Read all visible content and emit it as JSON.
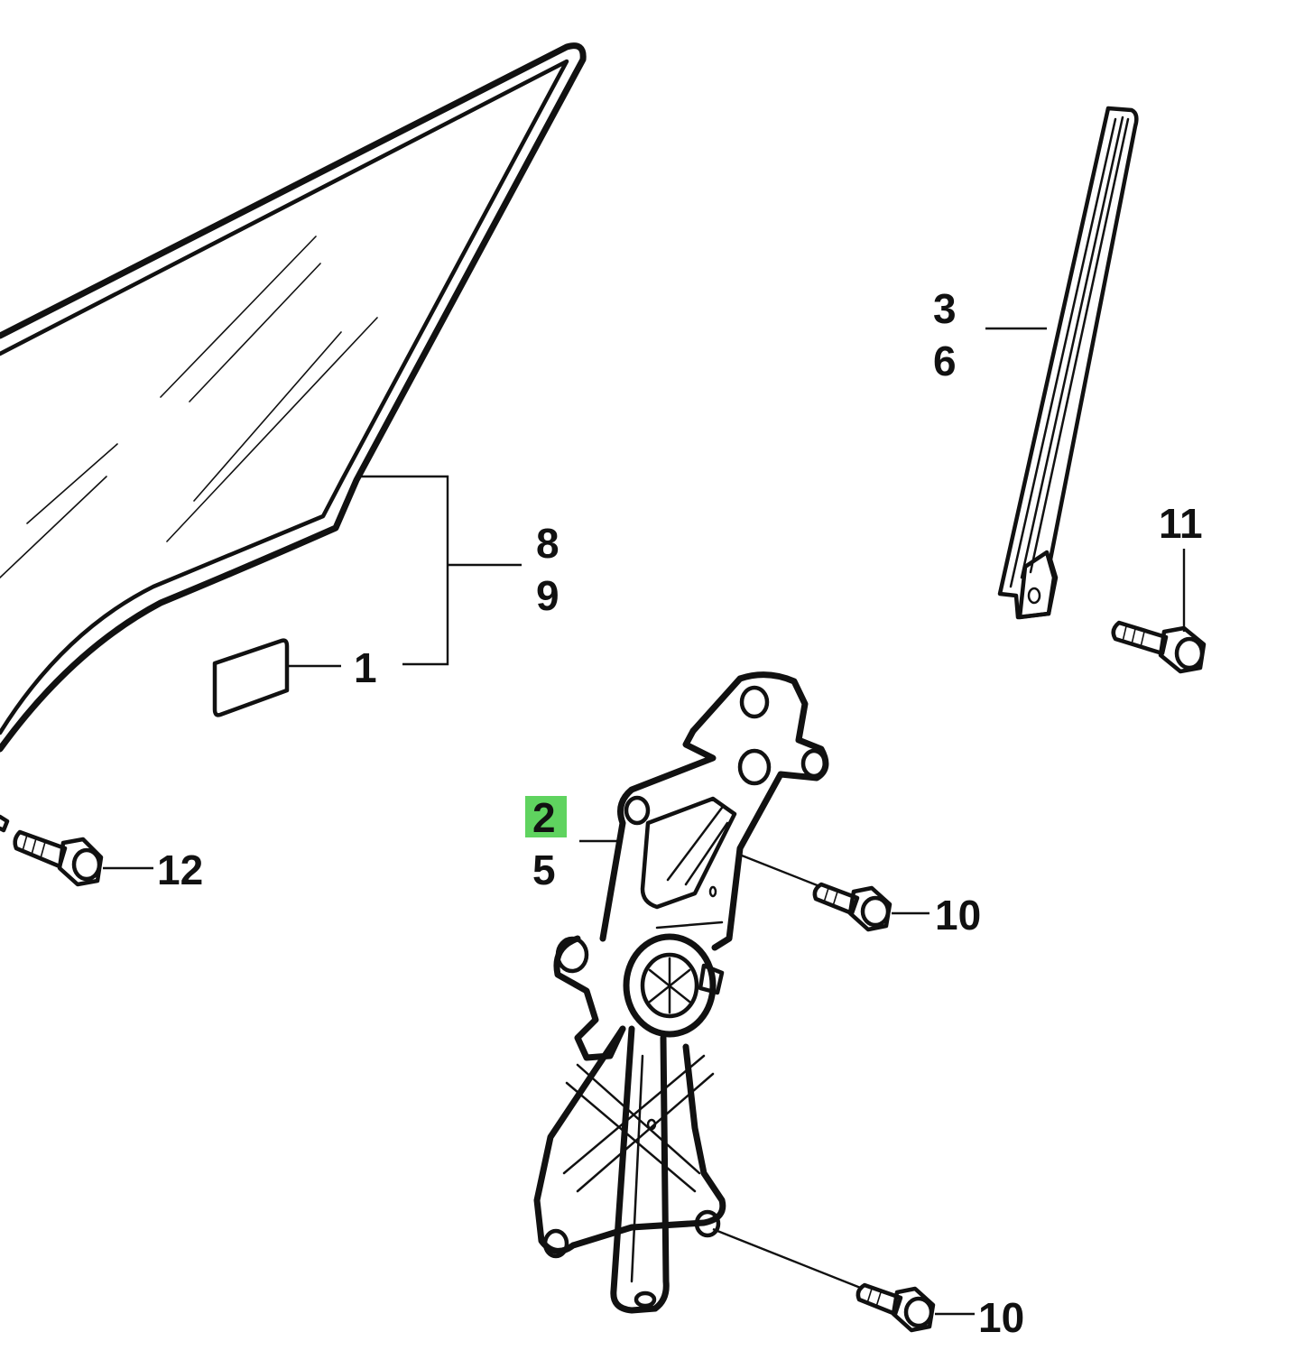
{
  "diagram": {
    "labels": {
      "glass_code_a": "8",
      "glass_code_b": "9",
      "spacer": "1",
      "channel_code_a": "3",
      "channel_code_b": "6",
      "bolt_channel": "11",
      "bolt_glass": "12",
      "regulator_code_a": "2",
      "regulator_code_b": "5",
      "bolt_regulator_upper": "10",
      "bolt_regulator_lower": "10"
    },
    "highlight_color": "#5fd35f"
  }
}
